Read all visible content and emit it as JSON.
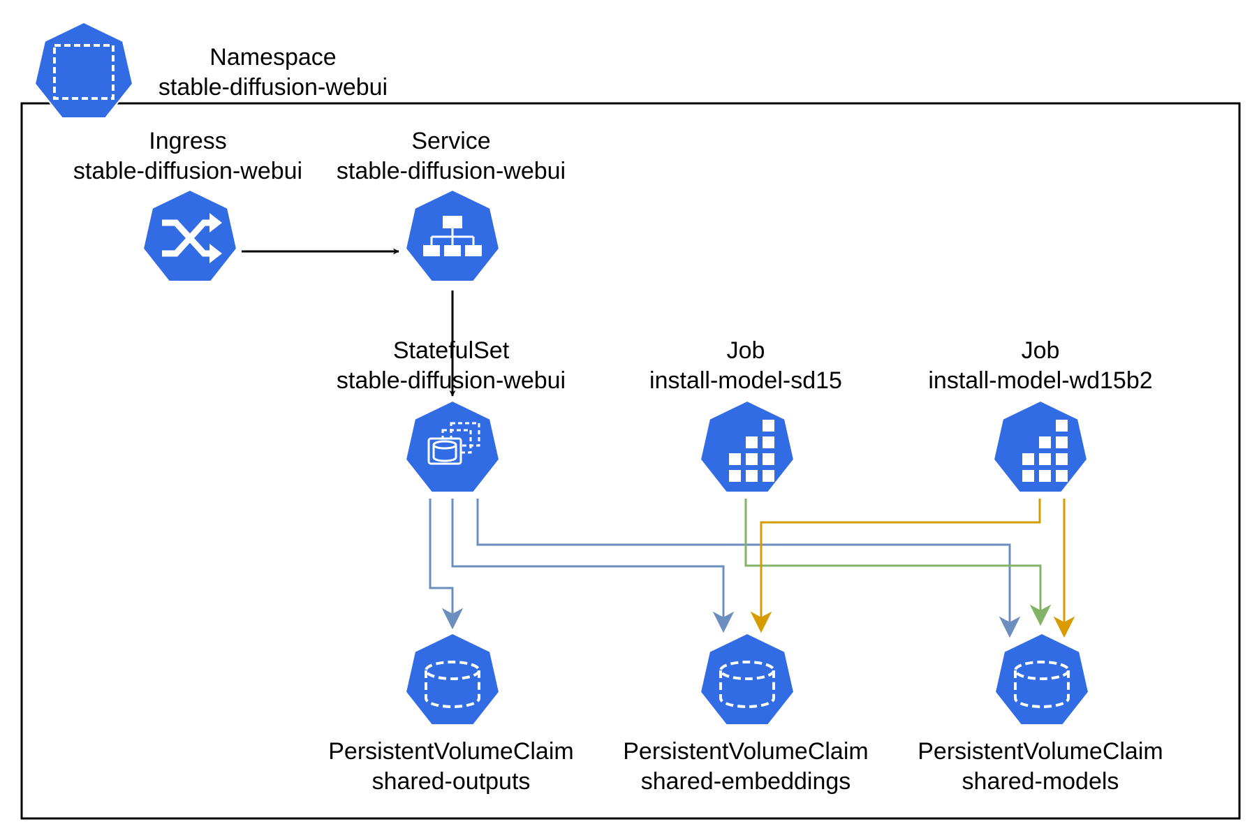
{
  "namespace": {
    "kind": "Namespace",
    "name": "stable-diffusion-webui"
  },
  "nodes": {
    "ingress": {
      "kind": "Ingress",
      "name": "stable-diffusion-webui",
      "icon": "ingress-icon"
    },
    "service": {
      "kind": "Service",
      "name": "stable-diffusion-webui",
      "icon": "service-icon"
    },
    "statefulset": {
      "kind": "StatefulSet",
      "name": "stable-diffusion-webui",
      "icon": "statefulset-icon"
    },
    "job_sd15": {
      "kind": "Job",
      "name": "install-model-sd15",
      "icon": "job-icon"
    },
    "job_wd15b2": {
      "kind": "Job",
      "name": "install-model-wd15b2",
      "icon": "job-icon"
    },
    "pvc_outputs": {
      "kind": "PersistentVolumeClaim",
      "name": "shared-outputs",
      "icon": "pvc-icon"
    },
    "pvc_embeddings": {
      "kind": "PersistentVolumeClaim",
      "name": "shared-embeddings",
      "icon": "pvc-icon"
    },
    "pvc_models": {
      "kind": "PersistentVolumeClaim",
      "name": "shared-models",
      "icon": "pvc-icon"
    }
  },
  "edges": [
    {
      "from": "ingress",
      "to": "service",
      "color": "#000000"
    },
    {
      "from": "service",
      "to": "statefulset",
      "color": "#000000"
    },
    {
      "from": "statefulset",
      "to": "pvc_outputs",
      "color": "#6c8ebf"
    },
    {
      "from": "statefulset",
      "to": "pvc_embeddings",
      "color": "#6c8ebf"
    },
    {
      "from": "statefulset",
      "to": "pvc_models",
      "color": "#6c8ebf"
    },
    {
      "from": "job_sd15",
      "to": "pvc_models",
      "color": "#82b366"
    },
    {
      "from": "job_wd15b2",
      "to": "pvc_embeddings",
      "color": "#d79b00"
    },
    {
      "from": "job_wd15b2",
      "to": "pvc_models",
      "color": "#d79b00"
    }
  ],
  "colors": {
    "k8s_blue": "#326ce5",
    "border": "#000000"
  }
}
